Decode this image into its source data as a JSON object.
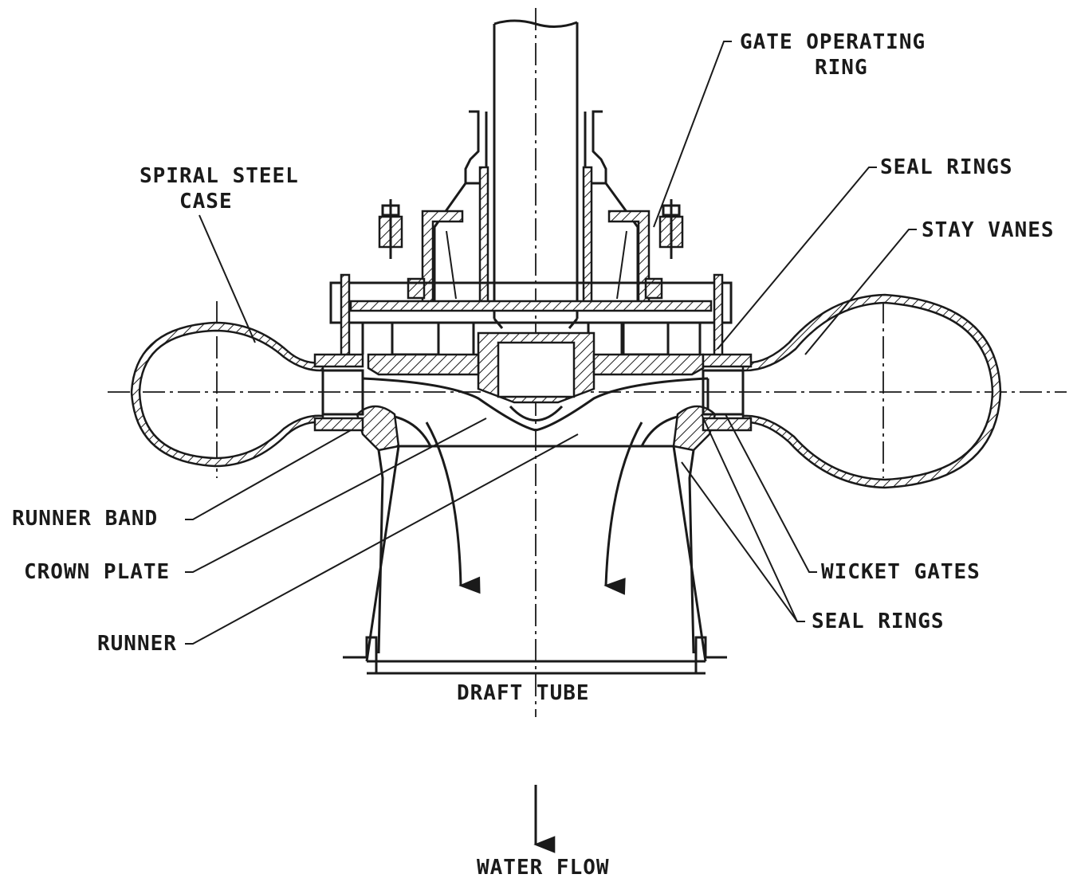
{
  "labels": {
    "gate_operating_ring_1": "GATE OPERATING",
    "gate_operating_ring_2": "RING",
    "spiral_steel_case_1": "SPIRAL STEEL",
    "spiral_steel_case_2": "CASE",
    "seal_rings_top": "SEAL RINGS",
    "stay_vanes": "STAY VANES",
    "runner_band": "RUNNER BAND",
    "crown_plate": "CROWN PLATE",
    "runner": "RUNNER",
    "wicket_gates": "WICKET GATES",
    "seal_rings_bottom": "SEAL RINGS",
    "draft_tube": "DRAFT TUBE",
    "water_flow": "WATER FLOW"
  }
}
